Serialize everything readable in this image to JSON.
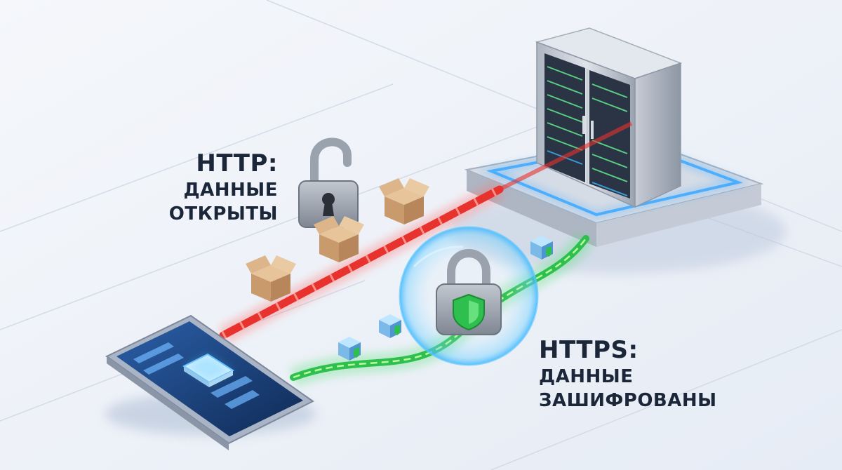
{
  "labels": {
    "http": {
      "title": "HTTP:",
      "lines": [
        "ДАННЫЕ",
        "ОТКРЫТЫ"
      ],
      "channel_color": "#e8322e"
    },
    "https": {
      "title": "HTTPS:",
      "lines": [
        "ДАННЫЕ",
        "ЗАШИФРОВАНЫ"
      ],
      "channel_color": "#3ad15a"
    }
  },
  "icons": {
    "client": "smartphone-icon",
    "server": "server-rack-icon",
    "http_lock": "open-padlock-icon",
    "https_lock": "closed-padlock-shield-icon",
    "http_packets": "open-box-icon",
    "https_packets": "shielded-cube-icon"
  },
  "colors": {
    "background": "#eef2f8",
    "text": "#1b2638",
    "server_glow": "#3aa8ff",
    "shield_glow": "#4fc8ff"
  }
}
